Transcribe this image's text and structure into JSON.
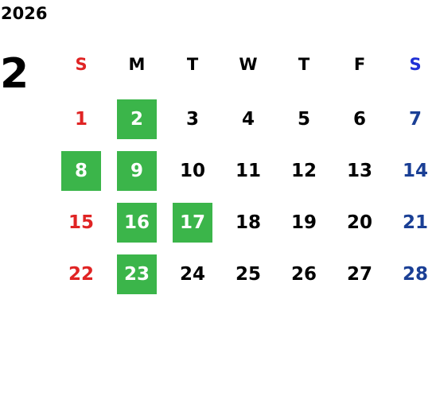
{
  "calendar": {
    "year": "2026",
    "month": "2",
    "colors": {
      "sunday": "#e02424",
      "saturday": "#1a3f95",
      "weekday": "#000000",
      "highlight_bg": "#3bb54a",
      "highlight_text": "#ffffff",
      "saturday_header": "#1f30d6"
    },
    "weekdays": [
      {
        "label": "S",
        "type": "sunday-header"
      },
      {
        "label": "M",
        "type": "weekday"
      },
      {
        "label": "T",
        "type": "weekday"
      },
      {
        "label": "W",
        "type": "weekday"
      },
      {
        "label": "T",
        "type": "weekday"
      },
      {
        "label": "F",
        "type": "weekday"
      },
      {
        "label": "S",
        "type": "saturday-header"
      }
    ],
    "weeks": [
      [
        {
          "day": "1",
          "type": "sunday",
          "highlight": false
        },
        {
          "day": "2",
          "type": "weekday",
          "highlight": true
        },
        {
          "day": "3",
          "type": "weekday",
          "highlight": false
        },
        {
          "day": "4",
          "type": "weekday",
          "highlight": false
        },
        {
          "day": "5",
          "type": "weekday",
          "highlight": false
        },
        {
          "day": "6",
          "type": "weekday",
          "highlight": false
        },
        {
          "day": "7",
          "type": "saturday",
          "highlight": false
        }
      ],
      [
        {
          "day": "8",
          "type": "sunday",
          "highlight": true
        },
        {
          "day": "9",
          "type": "weekday",
          "highlight": true
        },
        {
          "day": "10",
          "type": "weekday",
          "highlight": false
        },
        {
          "day": "11",
          "type": "weekday",
          "highlight": false
        },
        {
          "day": "12",
          "type": "weekday",
          "highlight": false
        },
        {
          "day": "13",
          "type": "weekday",
          "highlight": false
        },
        {
          "day": "14",
          "type": "saturday",
          "highlight": false
        }
      ],
      [
        {
          "day": "15",
          "type": "sunday",
          "highlight": false
        },
        {
          "day": "16",
          "type": "weekday",
          "highlight": true
        },
        {
          "day": "17",
          "type": "weekday",
          "highlight": true
        },
        {
          "day": "18",
          "type": "weekday",
          "highlight": false
        },
        {
          "day": "19",
          "type": "weekday",
          "highlight": false
        },
        {
          "day": "20",
          "type": "weekday",
          "highlight": false
        },
        {
          "day": "21",
          "type": "saturday",
          "highlight": false
        }
      ],
      [
        {
          "day": "22",
          "type": "sunday",
          "highlight": false
        },
        {
          "day": "23",
          "type": "weekday",
          "highlight": true
        },
        {
          "day": "24",
          "type": "weekday",
          "highlight": false
        },
        {
          "day": "25",
          "type": "weekday",
          "highlight": false
        },
        {
          "day": "26",
          "type": "weekday",
          "highlight": false
        },
        {
          "day": "27",
          "type": "weekday",
          "highlight": false
        },
        {
          "day": "28",
          "type": "saturday",
          "highlight": false
        }
      ]
    ]
  }
}
